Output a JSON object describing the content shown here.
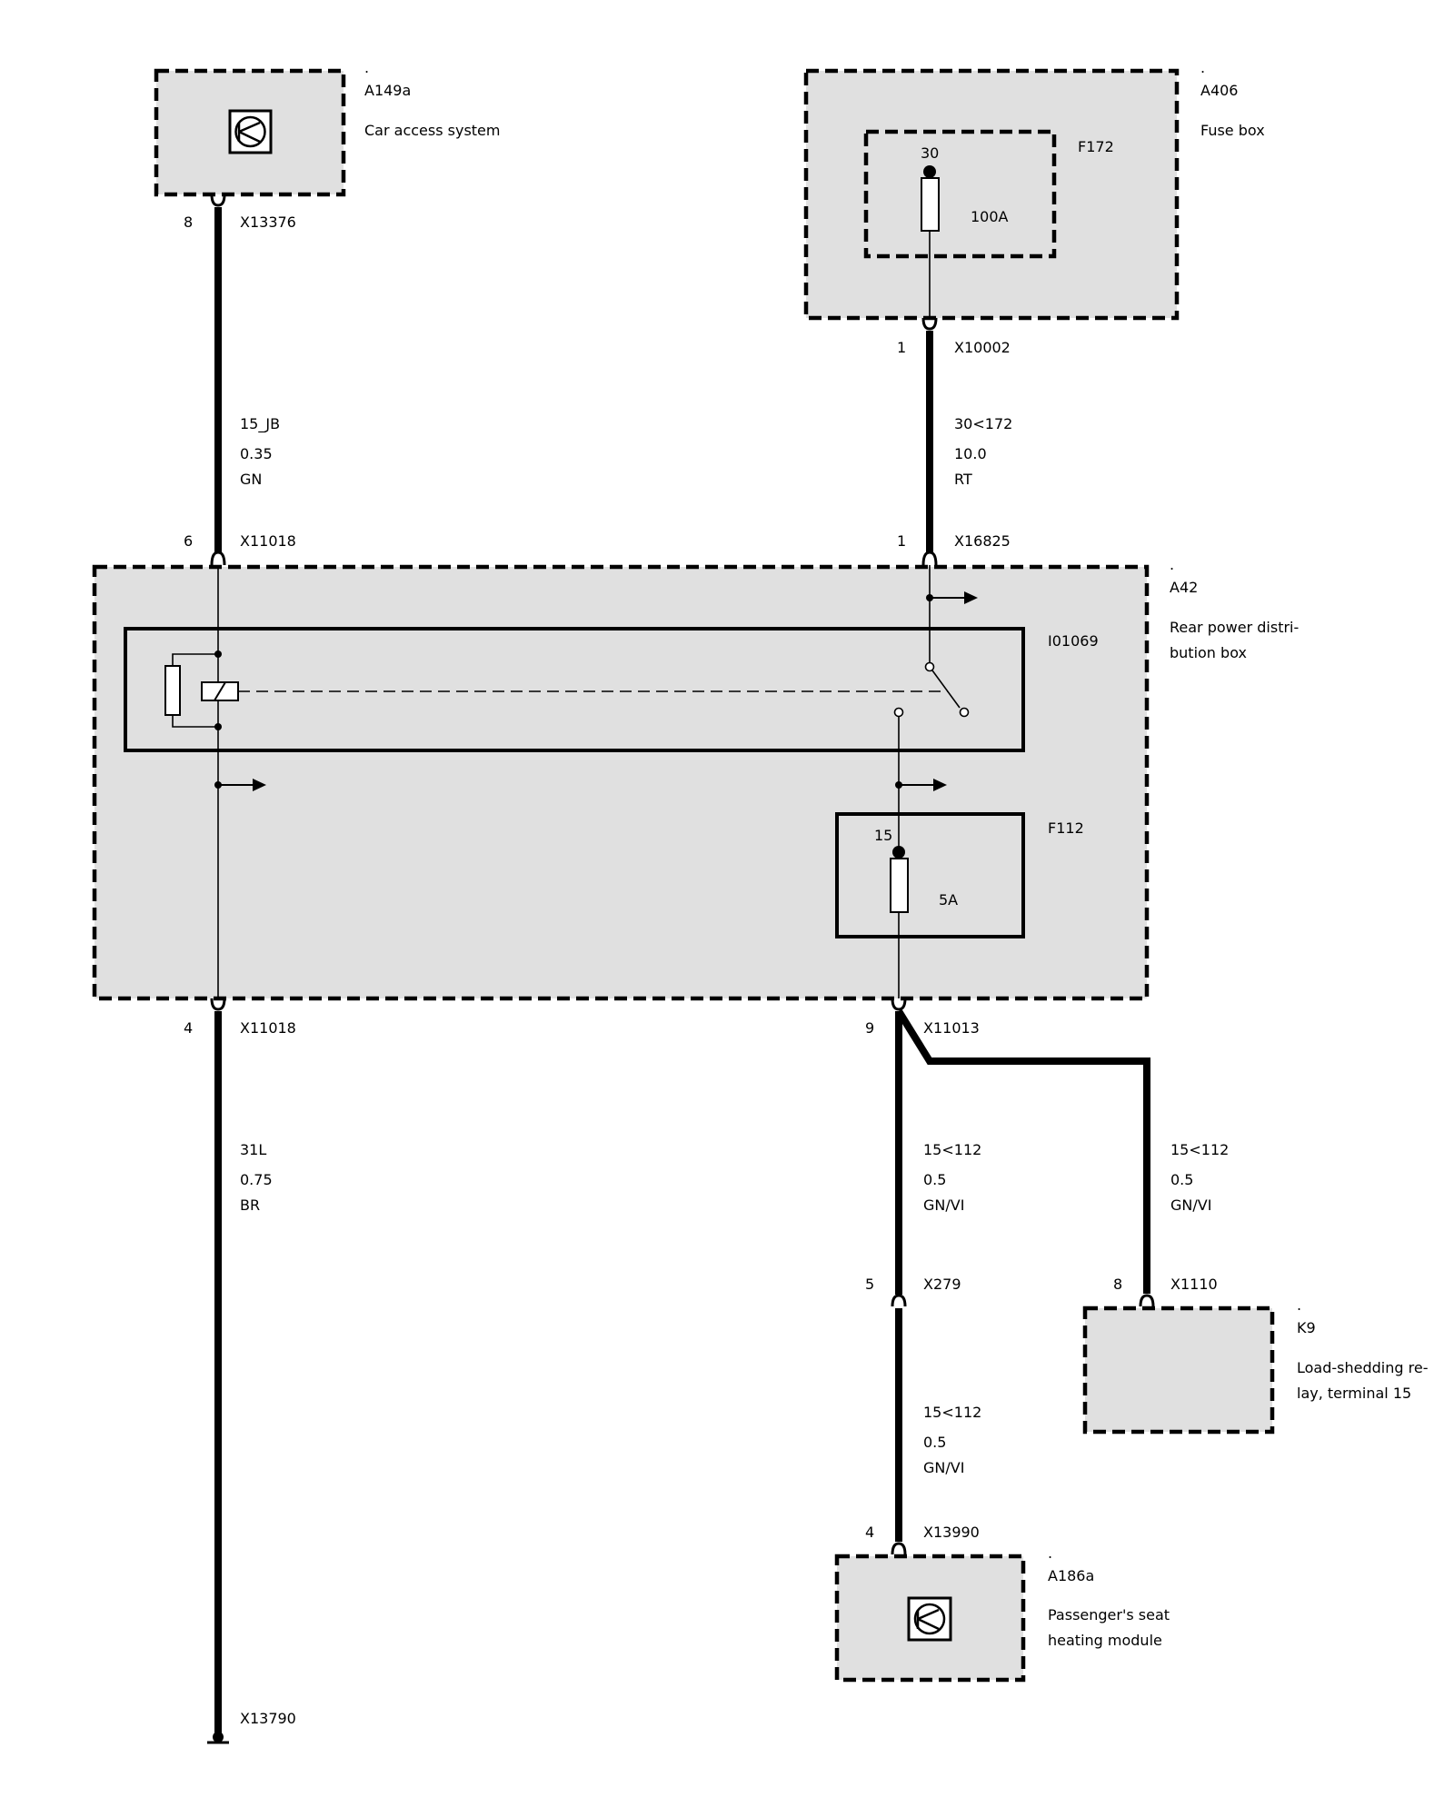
{
  "components": {
    "a149a": {
      "dot": ".",
      "id": "A149a",
      "desc": "Car access system"
    },
    "a406": {
      "dot": ".",
      "id": "A406",
      "desc": "Fuse box"
    },
    "a42": {
      "dot": ".",
      "id": "A42",
      "desc_line1": "Rear power distri-",
      "desc_line2": "bution box"
    },
    "k9": {
      "dot": ".",
      "id": "K9",
      "desc_line1": "Load-shedding re-",
      "desc_line2": "lay, terminal 15"
    },
    "a186a": {
      "dot": ".",
      "id": "A186a",
      "desc_line1": "Passenger's seat",
      "desc_line2": "heating module"
    }
  },
  "fuses": {
    "f172": {
      "id": "F172",
      "terminal": "30",
      "rating": "100A"
    },
    "f112": {
      "id": "F112",
      "terminal": "15",
      "rating": "5A"
    }
  },
  "relay": {
    "id": "I01069"
  },
  "connectors": {
    "x13376": {
      "pin": "8",
      "id": "X13376"
    },
    "x10002": {
      "pin": "1",
      "id": "X10002"
    },
    "x11018_top": {
      "pin": "6",
      "id": "X11018"
    },
    "x16825": {
      "pin": "1",
      "id": "X16825"
    },
    "x11018_bottom": {
      "pin": "4",
      "id": "X11018"
    },
    "x11013": {
      "pin": "9",
      "id": "X11013"
    },
    "x279": {
      "pin": "5",
      "id": "X279"
    },
    "x1110": {
      "pin": "8",
      "id": "X1110"
    },
    "x13990": {
      "pin": "4",
      "id": "X13990"
    },
    "x13790": {
      "id": "X13790"
    }
  },
  "wires": {
    "w_15jb": {
      "signal": "15_JB",
      "size": "0.35",
      "color": "GN"
    },
    "w_30_172": {
      "signal": "30<172",
      "size": "10.0",
      "color": "RT"
    },
    "w_31l": {
      "signal": "31L",
      "size": "0.75",
      "color": "BR"
    },
    "w_15_112_a": {
      "signal": "15<112",
      "size": "0.5",
      "color": "GN/VI"
    },
    "w_15_112_b": {
      "signal": "15<112",
      "size": "0.5",
      "color": "GN/VI"
    },
    "w_15_112_c": {
      "signal": "15<112",
      "size": "0.5",
      "color": "GN/VI"
    }
  }
}
